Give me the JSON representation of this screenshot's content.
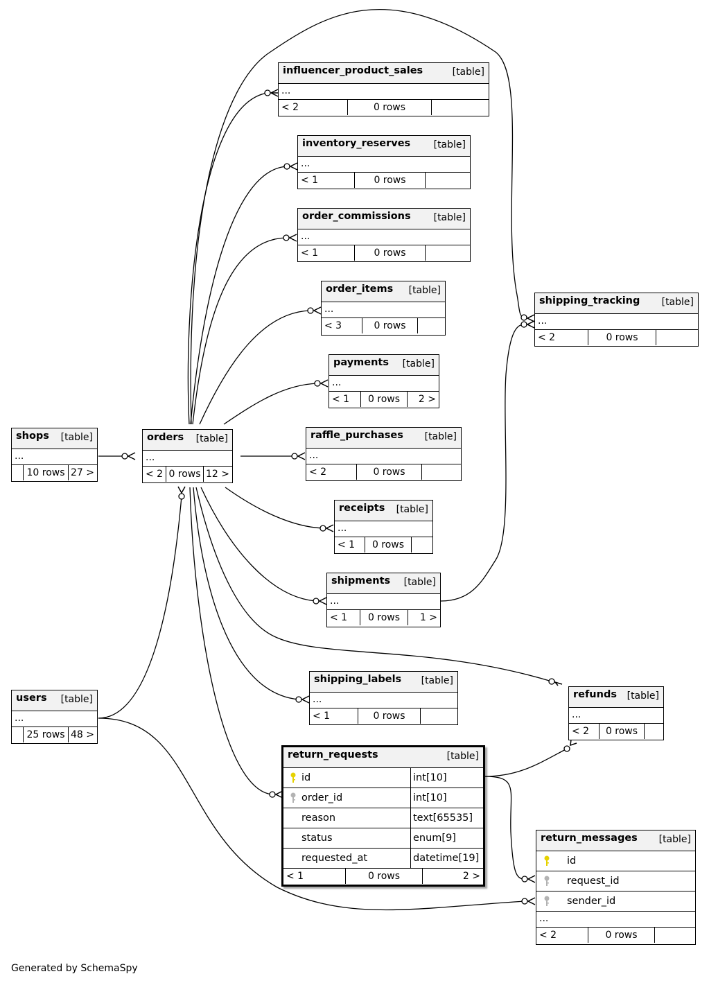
{
  "tables": {
    "influencer_product_sales": {
      "name": "influencer_product_sales",
      "type": "[table]",
      "ellipsis": "...",
      "parents": "< 2",
      "rows": "0 rows",
      "children": ""
    },
    "inventory_reserves": {
      "name": "inventory_reserves",
      "type": "[table]",
      "ellipsis": "...",
      "parents": "< 1",
      "rows": "0 rows",
      "children": ""
    },
    "order_commissions": {
      "name": "order_commissions",
      "type": "[table]",
      "ellipsis": "...",
      "parents": "< 1",
      "rows": "0 rows",
      "children": ""
    },
    "order_items": {
      "name": "order_items",
      "type": "[table]",
      "ellipsis": "...",
      "parents": "< 3",
      "rows": "0 rows",
      "children": ""
    },
    "payments": {
      "name": "payments",
      "type": "[table]",
      "ellipsis": "...",
      "parents": "< 1",
      "rows": "0 rows",
      "children": "2 >"
    },
    "raffle_purchases": {
      "name": "raffle_purchases",
      "type": "[table]",
      "ellipsis": "...",
      "parents": "< 2",
      "rows": "0 rows",
      "children": ""
    },
    "receipts": {
      "name": "receipts",
      "type": "[table]",
      "ellipsis": "...",
      "parents": "< 1",
      "rows": "0 rows",
      "children": ""
    },
    "shipments": {
      "name": "shipments",
      "type": "[table]",
      "ellipsis": "...",
      "parents": "< 1",
      "rows": "0 rows",
      "children": "1 >"
    },
    "shipping_labels": {
      "name": "shipping_labels",
      "type": "[table]",
      "ellipsis": "...",
      "parents": "< 1",
      "rows": "0 rows",
      "children": ""
    },
    "shipping_tracking": {
      "name": "shipping_tracking",
      "type": "[table]",
      "ellipsis": "...",
      "parents": "< 2",
      "rows": "0 rows",
      "children": ""
    },
    "shops": {
      "name": "shops",
      "type": "[table]",
      "ellipsis": "...",
      "parents": "",
      "rows": "10 rows",
      "children": "27 >"
    },
    "orders": {
      "name": "orders",
      "type": "[table]",
      "ellipsis": "...",
      "parents": "< 2",
      "rows": "0 rows",
      "children": "12 >"
    },
    "users": {
      "name": "users",
      "type": "[table]",
      "ellipsis": "...",
      "parents": "",
      "rows": "25 rows",
      "children": "48 >"
    },
    "refunds": {
      "name": "refunds",
      "type": "[table]",
      "ellipsis": "...",
      "parents": "< 2",
      "rows": "0 rows",
      "children": ""
    },
    "return_requests": {
      "name": "return_requests",
      "type": "[table]",
      "columns": [
        {
          "name": "id",
          "type": "int[10]",
          "key": "primary"
        },
        {
          "name": "order_id",
          "type": "int[10]",
          "key": "foreign"
        },
        {
          "name": "reason",
          "type": "text[65535]",
          "key": ""
        },
        {
          "name": "status",
          "type": "enum[9]",
          "key": ""
        },
        {
          "name": "requested_at",
          "type": "datetime[19]",
          "key": ""
        }
      ],
      "parents": "< 1",
      "rows": "0 rows",
      "children": "2 >"
    },
    "return_messages": {
      "name": "return_messages",
      "type": "[table]",
      "columns": [
        {
          "name": "id",
          "key": "primary"
        },
        {
          "name": "request_id",
          "key": "foreign"
        },
        {
          "name": "sender_id",
          "key": "foreign"
        }
      ],
      "ellipsis": "...",
      "parents": "< 2",
      "rows": "0 rows",
      "children": ""
    }
  },
  "colors": {
    "primary_key": "#e6d200",
    "foreign_key": "#b3b3b3",
    "header_bg": "#f2f2f2",
    "edge": "#000000"
  },
  "footer": {
    "generated_by": "Generated by SchemaSpy"
  }
}
